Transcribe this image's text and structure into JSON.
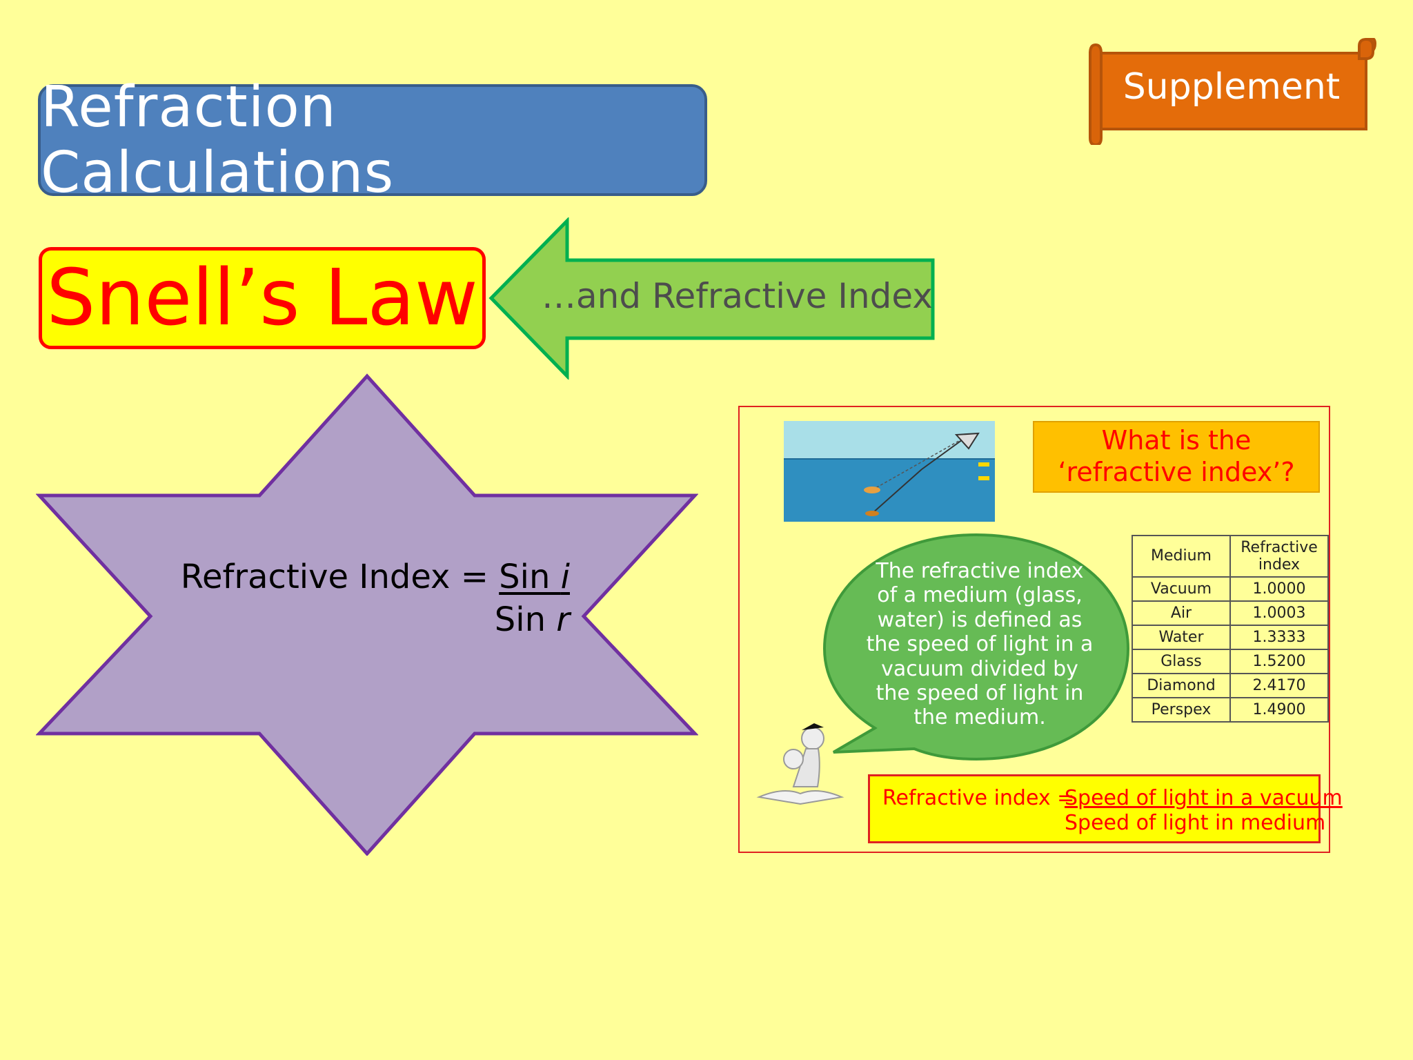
{
  "slide": {
    "title": "Refraction Calculations",
    "supplement_label": "Supplement",
    "heading": "Snell’s Law",
    "arrow_text": "…and Refractive Index",
    "formula": {
      "lhs": "Refractive Index = ",
      "numerator_word": "Sin ",
      "numerator_var": "i",
      "denominator_word": "Sin ",
      "denominator_var": "r"
    }
  },
  "inset": {
    "question_line1": "What is the",
    "question_line2": "‘refractive index’?",
    "bubble_text": "The refractive index of a medium (glass, water) is defined as the speed of light in a vacuum divided by the speed of light in the medium.",
    "table": {
      "headers": [
        "Medium",
        "Refractive index"
      ],
      "rows": [
        [
          "Vacuum",
          "1.0000"
        ],
        [
          "Air",
          "1.0003"
        ],
        [
          "Water",
          "1.3333"
        ],
        [
          "Glass",
          "1.5200"
        ],
        [
          "Diamond",
          "2.4170"
        ],
        [
          "Perspex",
          "1.4900"
        ]
      ]
    },
    "formula_box": {
      "lhs": "Refractive index =",
      "numerator": "Speed of light in a vacuum",
      "denominator": "Speed of light in medium"
    }
  },
  "colors": {
    "background": "#ffff99",
    "title_fill": "#4f81bd",
    "supplement_fill": "#e46c0a",
    "heading_fill": "#ffff00",
    "heading_text": "#ff0000",
    "arrow_fill": "#92d050",
    "star_fill": "#b1a0c7",
    "star_stroke": "#7030a0",
    "bubble_fill": "#66bb55"
  }
}
